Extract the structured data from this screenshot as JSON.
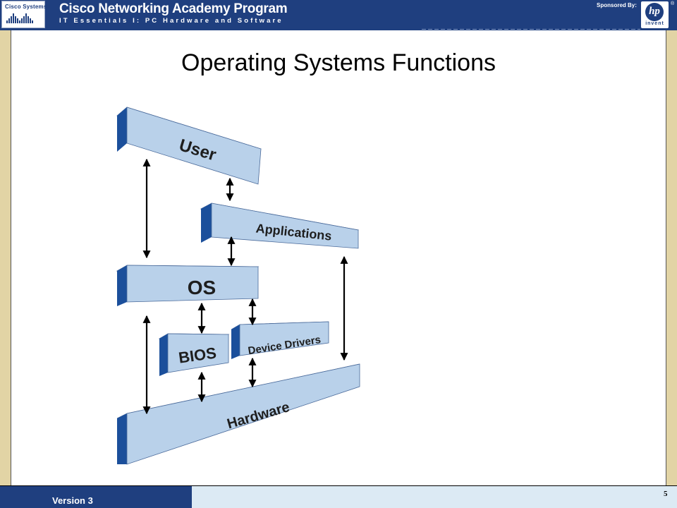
{
  "header": {
    "logo_text": "Cisco Systems",
    "title": "Cisco Networking Academy Program",
    "subtitle": "IT Essentials I: PC Hardware and Software",
    "sponsor_label": "Sponsored By:",
    "sponsor_logo": "hp",
    "sponsor_tagline": "invent"
  },
  "slide": {
    "title": "Operating Systems Functions"
  },
  "diagram": {
    "user": "User",
    "applications": "Applications",
    "os": "OS",
    "bios": "BIOS",
    "device_drivers": "Device Drivers",
    "hardware": "Hardware"
  },
  "footer": {
    "version": "Version 3",
    "page": "5"
  },
  "colors": {
    "navy": "#1f3f7f",
    "beige": "#e2d4a5",
    "block_face": "#b9d1ea",
    "block_top": "#e0ecf8",
    "block_side": "#1b4f9b",
    "footer_light": "#dceaf4"
  }
}
